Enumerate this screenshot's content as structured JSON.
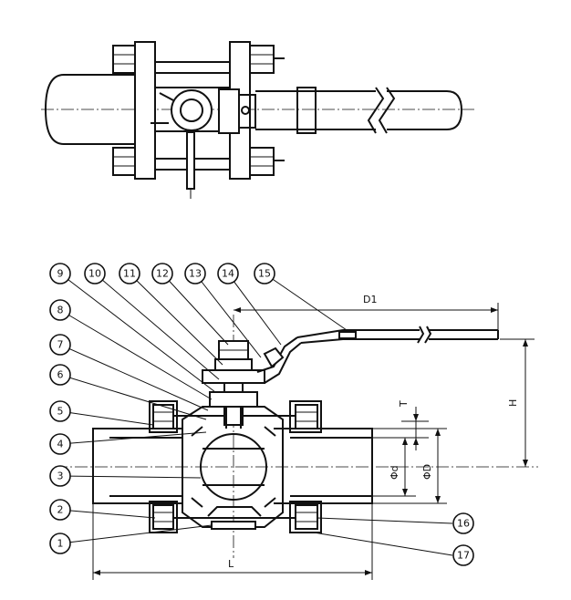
{
  "callouts": [
    "1",
    "2",
    "3",
    "4",
    "5",
    "6",
    "7",
    "8",
    "9",
    "10",
    "11",
    "12",
    "13",
    "14",
    "15",
    "16",
    "17"
  ],
  "dimensions": {
    "d1": "D1",
    "h": "H",
    "l": "L",
    "t": "T",
    "phi_d": "Φd",
    "phi_D": "ΦD"
  },
  "colors": {
    "line": "#111111",
    "background": "#ffffff"
  }
}
